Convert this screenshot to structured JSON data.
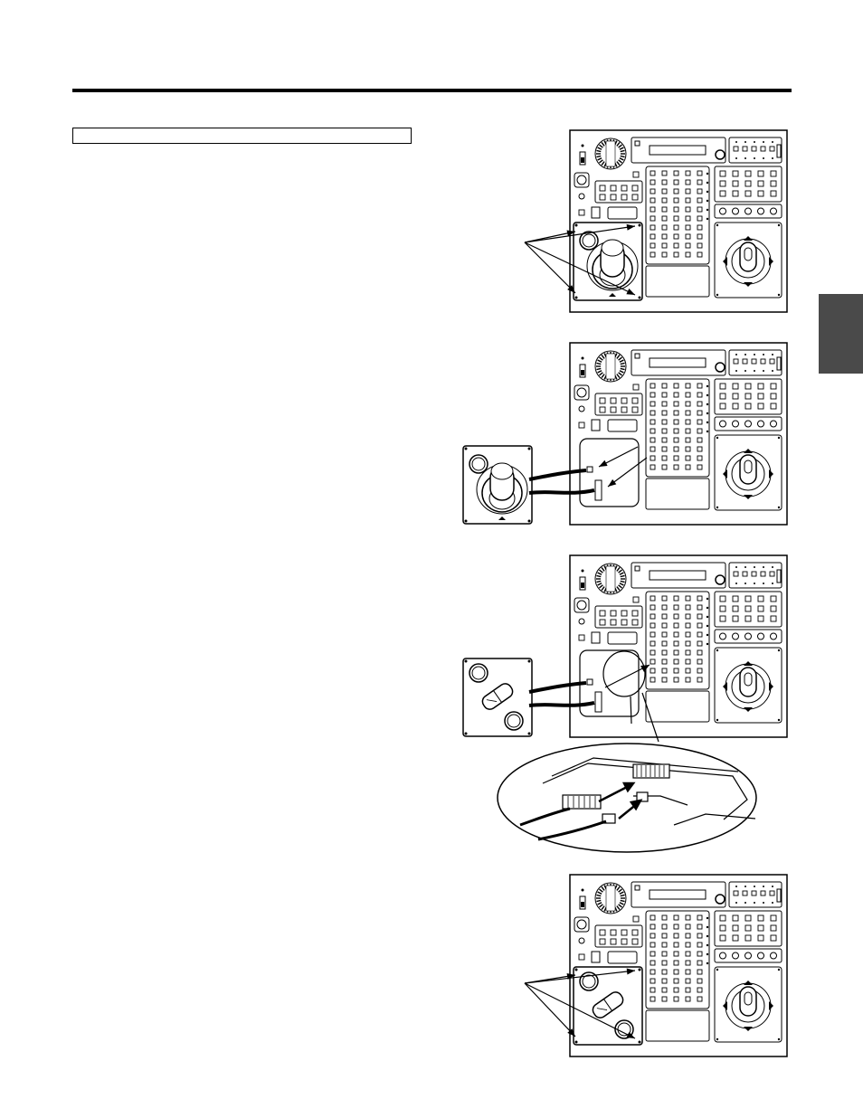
{
  "page": {
    "heading_text": "",
    "colors": {
      "ink": "#000000",
      "paper": "#ffffff",
      "tab": "#4a4a4a"
    }
  },
  "figures": [
    {
      "id": "step1",
      "panel_state": "joystick-module-installed",
      "callout": "four-corner-screws"
    },
    {
      "id": "step2",
      "panel_state": "joystick-module-removed-connectors-exposed",
      "callout": "two-connectors"
    },
    {
      "id": "step3",
      "panel_state": "replacement-module-connected",
      "callout": "connector-detail-magnified"
    },
    {
      "id": "step4",
      "panel_state": "replacement-module-installed",
      "callout": "four-corner-screws"
    }
  ]
}
